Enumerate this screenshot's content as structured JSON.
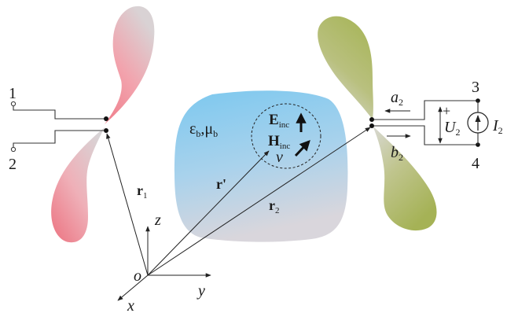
{
  "medium": {
    "epsilon": "ε",
    "eps_sub": "b",
    "comma": ",",
    "mu": "μ",
    "mu_sub": "b"
  },
  "ports": {
    "p1": "1",
    "p2": "2",
    "p3": "3",
    "p4": "4"
  },
  "incident": {
    "E": "E",
    "E_sub": "inc",
    "H": "H",
    "H_sub": "inc",
    "volume": "v"
  },
  "vectors": {
    "r1": "r",
    "r1_sub": "1",
    "rprime": "r'",
    "r2": "r",
    "r2_sub": "2"
  },
  "axes": {
    "origin": "o",
    "x": "x",
    "y": "y",
    "z": "z"
  },
  "waves": {
    "a": "a",
    "a_sub": "2",
    "b": "b",
    "b_sub": "2"
  },
  "source": {
    "U": "U",
    "U_sub": "2",
    "plus": "+",
    "I": "I",
    "I_sub": "2"
  },
  "colors": {
    "medium_top": "#7cc8ef",
    "medium_bottom": "#cfd6e0",
    "left_antenna": "#e77f8c",
    "right_antenna": "#a9b75a"
  }
}
